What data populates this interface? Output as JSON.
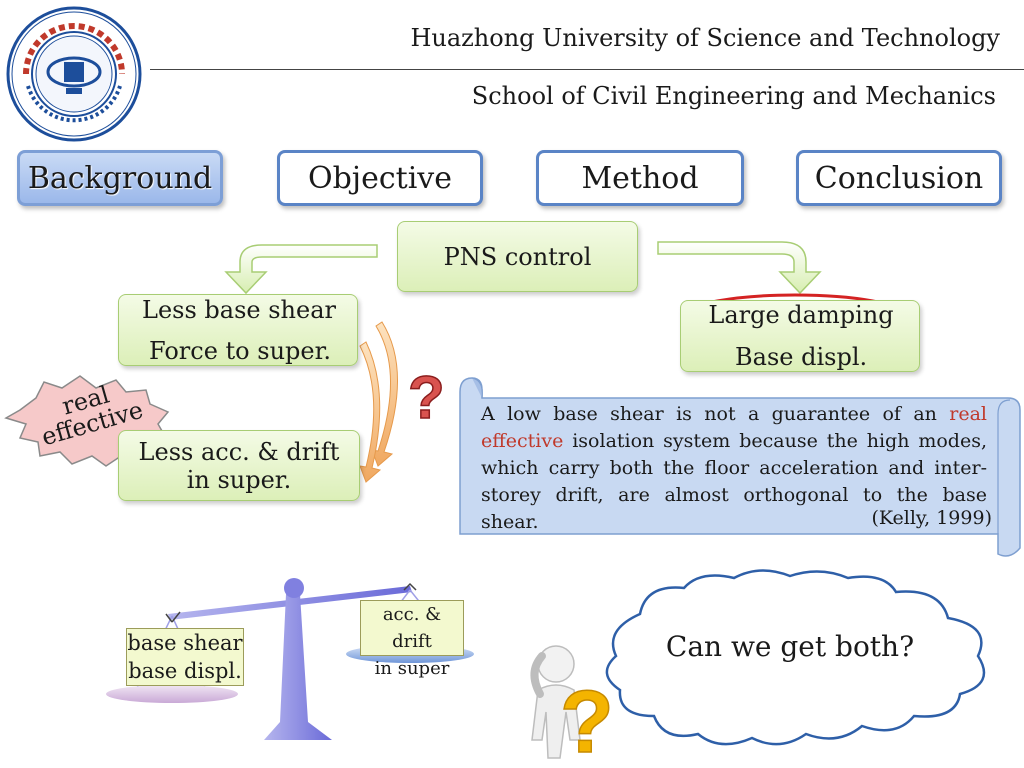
{
  "header": {
    "university": "Huazhong University of Science and Technology",
    "school": "School of Civil Engineering and Mechanics"
  },
  "tabs": [
    {
      "label": "Background",
      "active": true
    },
    {
      "label": "Objective",
      "active": false
    },
    {
      "label": "Method",
      "active": false
    },
    {
      "label": "Conclusion",
      "active": false
    }
  ],
  "flow": {
    "center": "PNS control",
    "left_top_line1": "Less base shear",
    "left_top_line2": "Force to super.",
    "left_bottom_line1": "Less acc. & drift",
    "left_bottom_line2": "in super.",
    "right_line1": "Large damping",
    "right_line2": "Base displ.",
    "burst_line1": "real",
    "burst_line2": "effective",
    "question_mark": "?"
  },
  "note": {
    "part1": "A low base shear is not a guarantee of an ",
    "highlight": "real effective",
    "part2": " isolation system because the high modes, which carry both the floor acceleration and inter-storey drift, are almost orthogonal to the base shear.",
    "citation": "(Kelly, 1999)"
  },
  "balance": {
    "left_line1": "base shear",
    "left_line2": "base displ.",
    "right_line1": "acc. & drift",
    "right_line2": "in super"
  },
  "cloud": {
    "text": "Can we get both?"
  },
  "colors": {
    "tab_border": "#5a84c6",
    "green_box": "#dcefb8",
    "note_blue": "#c8d9f2",
    "red_highlight": "#c0392b",
    "burst_pink": "#f6c9c9",
    "arrow_red": "#d9534f"
  }
}
